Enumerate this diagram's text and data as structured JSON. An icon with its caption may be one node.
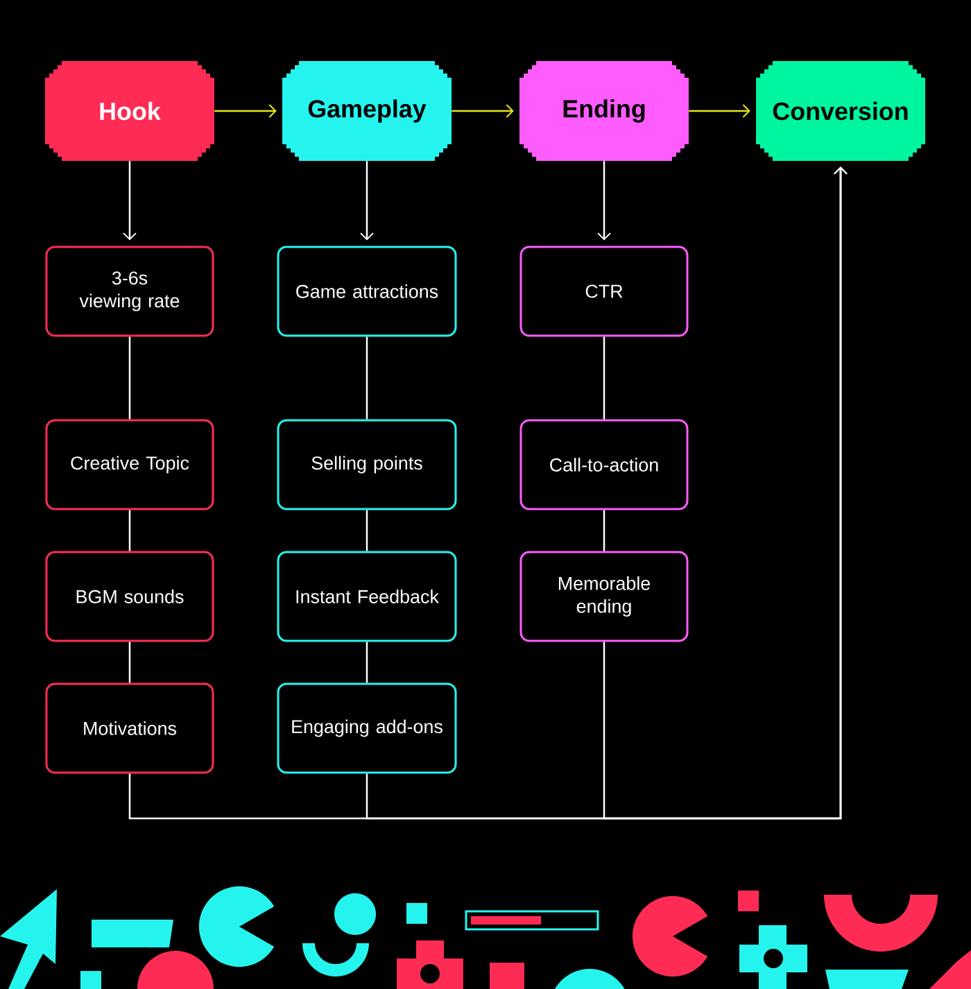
{
  "diagram": {
    "nodes": [
      {
        "text": [
          "Hook"
        ]
      },
      {
        "text": [
          "Gameplay"
        ]
      },
      {
        "text": [
          "Ending"
        ]
      },
      {
        "text": [
          "Conversion"
        ]
      },
      {
        "text": [
          "3-6s viewing rate"
        ]
      },
      {
        "text": [
          "Creative Topic"
        ]
      },
      {
        "text": [
          "BGM sounds"
        ]
      },
      {
        "text": [
          "Motivations"
        ]
      },
      {
        "text": [
          "Game attractions"
        ]
      },
      {
        "text": [
          "Selling points"
        ]
      },
      {
        "text": [
          "Instant Feedback"
        ]
      },
      {
        "text": [
          "Engaging add-ons"
        ]
      },
      {
        "text": [
          "CTR"
        ]
      },
      {
        "text": [
          "Call-to-action"
        ]
      },
      {
        "text": [
          "Memorable ending"
        ]
      }
    ],
    "edges": [
      {
        "from": 0,
        "to": 1,
        "arrow": "to",
        "color": "#e6e619"
      },
      {
        "from": 1,
        "to": 2,
        "arrow": "to",
        "color": "#e6e619"
      },
      {
        "from": 2,
        "to": 3,
        "arrow": "to",
        "color": "#e6e619"
      },
      {
        "from": 0,
        "to": 4,
        "arrow": "to"
      },
      {
        "from": 1,
        "to": 8,
        "arrow": "to"
      },
      {
        "from": 2,
        "to": 12,
        "arrow": "to"
      },
      {
        "from": 4,
        "to": 5,
        "arrow": "none"
      },
      {
        "from": 5,
        "to": 6,
        "arrow": "none"
      },
      {
        "from": 6,
        "to": 7,
        "arrow": "none"
      },
      {
        "from": 8,
        "to": 9,
        "arrow": "none"
      },
      {
        "from": 9,
        "to": 10,
        "arrow": "none"
      },
      {
        "from": 10,
        "to": 11,
        "arrow": "none"
      },
      {
        "from": 12,
        "to": 13,
        "arrow": "none"
      },
      {
        "from": 13,
        "to": 14,
        "arrow": "none"
      },
      {
        "from": 7,
        "to": 3,
        "arrow": "to"
      },
      {
        "from": 11,
        "to": 3,
        "arrow": "to"
      },
      {
        "from": 14,
        "to": 3,
        "arrow": "to"
      }
    ]
  }
}
